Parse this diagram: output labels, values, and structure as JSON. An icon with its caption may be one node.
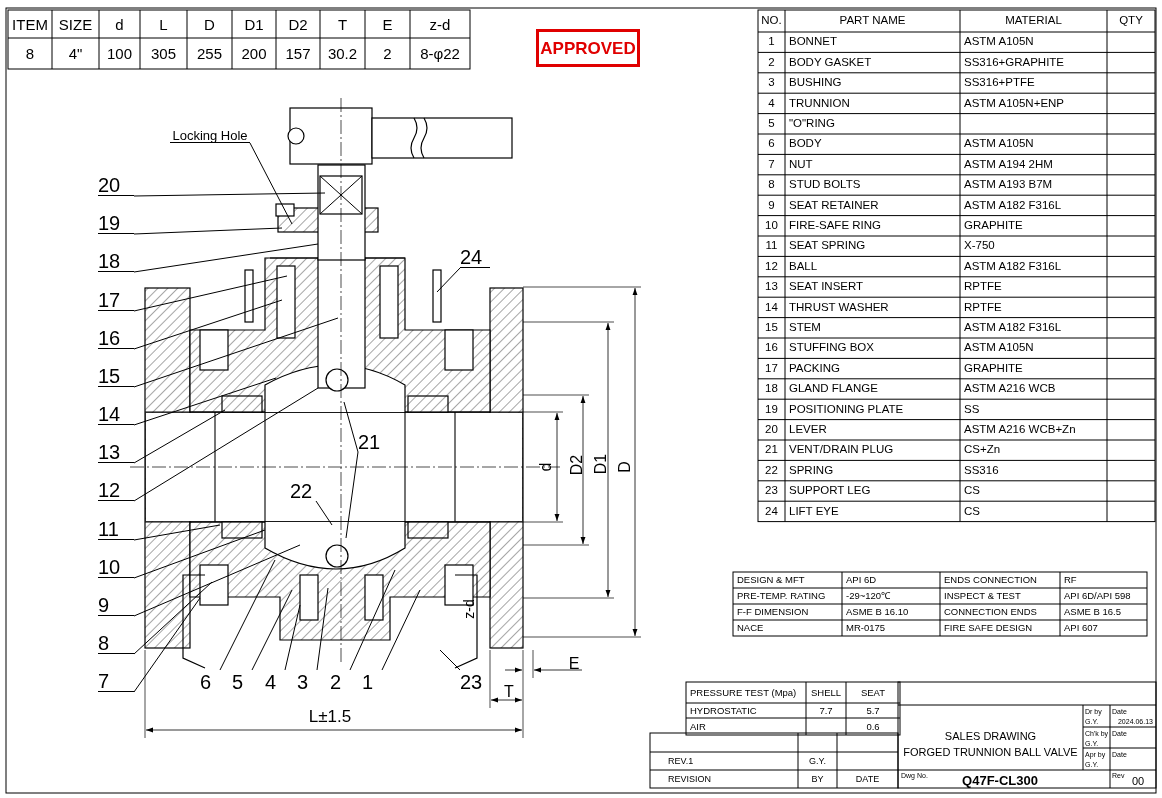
{
  "diagram": {
    "nodes": [
      {
        "text": [
          "Locking Hole"
        ]
      },
      {
        "text": [
          "20"
        ]
      },
      {
        "text": [
          "19"
        ]
      },
      {
        "text": [
          "18"
        ]
      },
      {
        "text": [
          "17"
        ]
      },
      {
        "text": [
          "16"
        ]
      },
      {
        "text": [
          "15"
        ]
      },
      {
        "text": [
          "14"
        ]
      },
      {
        "text": [
          "13"
        ]
      },
      {
        "text": [
          "12"
        ]
      },
      {
        "text": [
          "11"
        ]
      },
      {
        "text": [
          "10"
        ]
      },
      {
        "text": [
          "9"
        ]
      },
      {
        "text": [
          "8"
        ]
      },
      {
        "text": [
          "7"
        ]
      },
      {
        "text": [
          "24"
        ]
      },
      {
        "text": [
          "21"
        ]
      },
      {
        "text": [
          "22"
        ]
      },
      {
        "text": [
          "6"
        ]
      },
      {
        "text": [
          "5"
        ]
      },
      {
        "text": [
          "4"
        ]
      },
      {
        "text": [
          "3"
        ]
      },
      {
        "text": [
          "2"
        ]
      },
      {
        "text": [
          "1"
        ]
      },
      {
        "text": [
          "23"
        ]
      }
    ],
    "edges": [
      {
        "from": 0,
        "to": null,
        "arrow": "none"
      },
      {
        "from": 1,
        "to": null,
        "arrow": "none"
      },
      {
        "from": 2,
        "to": null,
        "arrow": "none"
      },
      {
        "from": 3,
        "to": null,
        "arrow": "none"
      },
      {
        "from": 4,
        "to": null,
        "arrow": "none"
      },
      {
        "from": 5,
        "to": null,
        "arrow": "none"
      },
      {
        "from": 6,
        "to": null,
        "arrow": "none"
      },
      {
        "from": 7,
        "to": null,
        "arrow": "none"
      },
      {
        "from": 8,
        "to": null,
        "arrow": "none"
      },
      {
        "from": 9,
        "to": null,
        "arrow": "none"
      },
      {
        "from": 10,
        "to": null,
        "arrow": "none"
      },
      {
        "from": 11,
        "to": null,
        "arrow": "none"
      },
      {
        "from": 12,
        "to": null,
        "arrow": "none"
      },
      {
        "from": 13,
        "to": null,
        "arrow": "none"
      },
      {
        "from": 14,
        "to": null,
        "arrow": "none"
      },
      {
        "from": 15,
        "to": null,
        "arrow": "none"
      },
      {
        "from": 16,
        "to": null,
        "arrow": "none"
      },
      {
        "from": 16,
        "to": null,
        "arrow": "none"
      },
      {
        "from": 17,
        "to": null,
        "arrow": "none"
      },
      {
        "from": 18,
        "to": null,
        "arrow": "none"
      },
      {
        "from": 19,
        "to": null,
        "arrow": "none"
      },
      {
        "from": 20,
        "to": null,
        "arrow": "none"
      },
      {
        "from": 21,
        "to": null,
        "arrow": "none"
      },
      {
        "from": 22,
        "to": null,
        "arrow": "none"
      },
      {
        "from": 23,
        "to": null,
        "arrow": "none"
      },
      {
        "from": 24,
        "to": null,
        "arrow": "none"
      }
    ],
    "labels": [
      "ITEM",
      "SIZE",
      "d",
      "L",
      "D",
      "D1",
      "D2",
      "T",
      "E",
      "z-d",
      "8",
      "4\"",
      "100",
      "305",
      "255",
      "200",
      "157",
      "30.2",
      "2",
      "8-φ22",
      "APPROVED",
      "NO.",
      "PART NAME",
      "MATERIAL",
      "QTY",
      "1",
      "BONNET",
      "ASTM A105N",
      "2",
      "BODY GASKET",
      "SS316+GRAPHITE",
      "3",
      "BUSHING",
      "SS316+PTFE",
      "4",
      "TRUNNION",
      "ASTM A105N+ENP",
      "5",
      "\"O\"RING",
      "6",
      "BODY",
      "ASTM A105N",
      "7",
      "NUT",
      "ASTM A194 2HM",
      "8",
      "STUD BOLTS",
      "ASTM A193 B7M",
      "9",
      "SEAT RETAINER",
      "ASTM A182 F316L",
      "10",
      "FIRE-SAFE RING",
      "GRAPHITE",
      "11",
      "SEAT SPRING",
      "X-750",
      "12",
      "BALL",
      "ASTM A182 F316L",
      "13",
      "SEAT INSERT",
      "RPTFE",
      "14",
      "THRUST WASHER",
      "RPTFE",
      "15",
      "STEM",
      "ASTM A182 F316L",
      "16",
      "STUFFING BOX",
      "ASTM A105N",
      "17",
      "PACKING",
      "GRAPHITE",
      "18",
      "GLAND FLANGE",
      "ASTM A216 WCB",
      "19",
      "POSITIONING PLATE",
      "SS",
      "20",
      "LEVER",
      "ASTM A216 WCB+Zn",
      "21",
      "VENT/DRAIN PLUG",
      "CS+Zn",
      "22",
      "SPRING",
      "SS316",
      "23",
      "SUPPORT LEG",
      "CS",
      "24",
      "LIFT EYE",
      "CS",
      "DESIGN & MFT",
      "API 6D",
      "ENDS CONNECTION",
      "RF",
      "PRE-TEMP. RATING",
      "-29~120℃",
      "INSPECT & TEST",
      "API 6D/API 598",
      "F-F DIMENSION",
      "ASME B 16.10",
      "CONNECTION ENDS",
      "ASME B 16.5",
      "NACE",
      "MR-0175",
      "FIRE SAFE DESIGN",
      "API 607",
      "PRESSURE TEST (Mpa)",
      "SHELL",
      "SEAT",
      "HYDROSTATIC",
      "7.7",
      "5.7",
      "AIR",
      "0.6",
      "REV.1",
      "G.Y.",
      "REVISION",
      "BY",
      "DATE",
      "SALES DRAWING",
      "FORGED TRUNNION BALL VALVE",
      "Dr by",
      "G.Y.",
      "Date",
      "2024.06.13",
      "Ch'k by",
      "G.Y.",
      "Date",
      "Apr by",
      "G.Y.",
      "Date",
      "Dwg No.",
      "Q47F-CL300",
      "Rev",
      "00",
      "d",
      "D2",
      "D1",
      "D",
      "z-d",
      "E",
      "T",
      "L±1.5"
    ]
  }
}
